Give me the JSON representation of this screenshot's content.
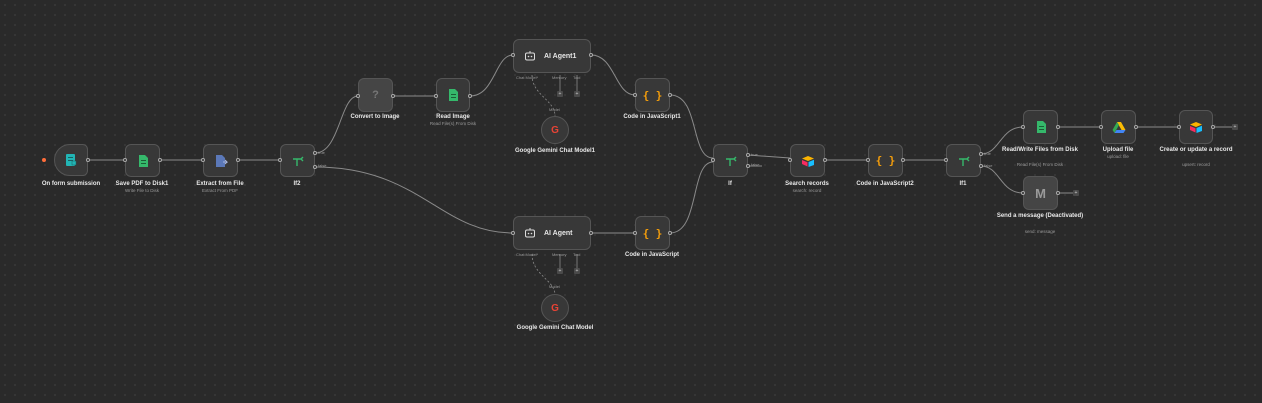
{
  "nodes": {
    "on_form_submission": {
      "label": "On form submission"
    },
    "save_pdf": {
      "label": "Save PDF to Disk1",
      "sub": "Write File to Disk"
    },
    "extract_from_file": {
      "label": "Extract from File",
      "sub": "Extract From PDF"
    },
    "if2": {
      "label": "If2",
      "true_label": "true",
      "false_label": "false"
    },
    "convert_to_image": {
      "label": "Convert to Image",
      "icon": "?"
    },
    "read_image": {
      "label": "Read Image",
      "sub": "Read File(s) From Disk"
    },
    "ai_agent1": {
      "label": "AI Agent1",
      "chat_model": "Chat Model*",
      "memory": "Memory",
      "tool": "Tool"
    },
    "gemini1": {
      "label": "Google Gemini Chat Model1",
      "port_label": "Model"
    },
    "code_js1": {
      "label": "Code in JavaScript1"
    },
    "ai_agent": {
      "label": "AI Agent",
      "chat_model": "Chat Model*",
      "memory": "Memory",
      "tool": "Tool"
    },
    "gemini": {
      "label": "Google Gemini Chat Model",
      "port_label": "Model"
    },
    "code_js": {
      "label": "Code in JavaScript"
    },
    "if": {
      "label": "If",
      "true_label": "true",
      "false_label": "false"
    },
    "search_records": {
      "label": "Search records",
      "sub": "search: record"
    },
    "code_js2": {
      "label": "Code in JavaScript2"
    },
    "if1": {
      "label": "If1",
      "true_label": "true",
      "false_label": "false"
    },
    "read_write_files": {
      "label": "Read/Write Files from Disk",
      "sub": "Read File(s) From Disk"
    },
    "upload_file": {
      "label": "Upload file",
      "sub": "upload: file"
    },
    "create_update": {
      "label": "Create or update a record",
      "sub": "upsert: record"
    },
    "send_message": {
      "label": "Send a message (Deactivated)",
      "sub": "send: message"
    }
  },
  "icons": {
    "code": "{ }",
    "plus": "+",
    "gmail": "M",
    "google": "G"
  },
  "colors": {
    "accent_green": "#35b86b",
    "code_orange": "#f59e0b",
    "trigger_teal": "#22b5b5",
    "extract_blue": "#5b78b8",
    "gemini_red": "#ea4335"
  }
}
